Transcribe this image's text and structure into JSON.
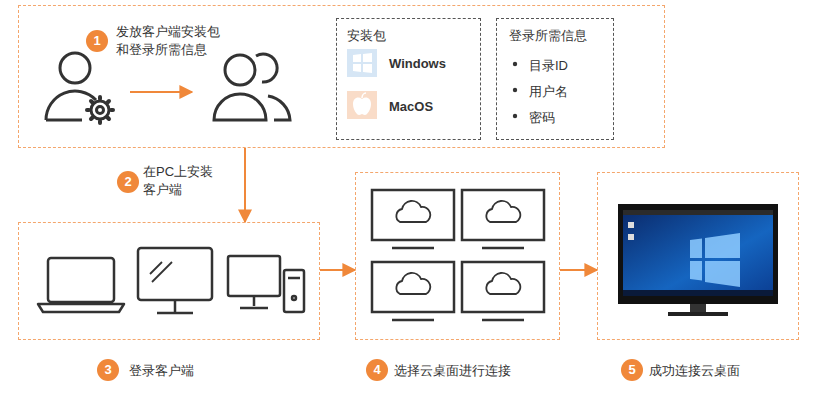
{
  "diagram": {
    "nodes": [
      {
        "text": [
          "发放客户端安装包 和登录所需信息"
        ]
      },
      {
        "text": [
          "安装包",
          "Windows",
          "MacOS"
        ],
        "in": 0
      },
      {
        "text": [
          "登录所需信息",
          "目录ID",
          "用户名",
          "密码"
        ],
        "in": 0
      },
      {
        "text": [
          "登录客户端"
        ]
      },
      {
        "text": [
          "选择云桌面进行连接"
        ]
      },
      {
        "text": [
          "成功连接云桌面"
        ]
      }
    ],
    "edges": [
      {
        "from": 0,
        "to": 3,
        "arrow": "to",
        "label": "在PC上安装 客户端"
      },
      {
        "from": 3,
        "to": 4,
        "arrow": "to"
      },
      {
        "from": 4,
        "to": 5,
        "arrow": "to"
      }
    ],
    "labels": [
      "1",
      "2",
      "3",
      "4",
      "5"
    ]
  }
}
